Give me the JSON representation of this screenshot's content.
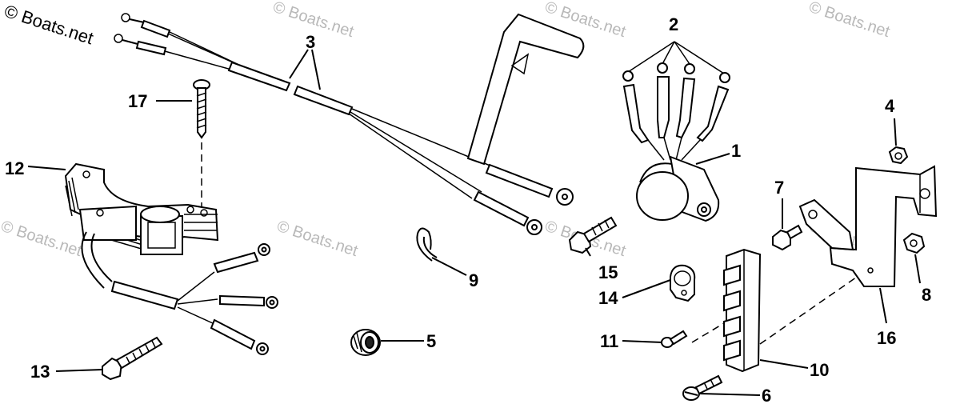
{
  "watermark": {
    "main": "© Boats.net",
    "faint": "© Boats.net"
  },
  "callouts": {
    "c1": "1",
    "c2": "2",
    "c3": "3",
    "c4": "4",
    "c5": "5",
    "c6": "6",
    "c7": "7",
    "c8": "8",
    "c9": "9",
    "c10": "10",
    "c11": "11",
    "c12": "12",
    "c13": "13",
    "c14": "14",
    "c15": "15",
    "c16": "16",
    "c17": "17"
  }
}
